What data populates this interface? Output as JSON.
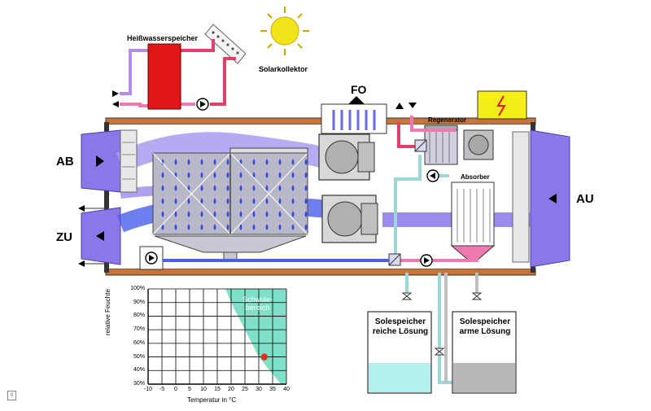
{
  "labels": {
    "hot_water_tank": "Heißwasserspeicher",
    "solar_collector": "Solarkollektor",
    "fo": "FO",
    "regenerator": "Regenerator",
    "absorber": "Absorber",
    "ab": "AB",
    "zu": "ZU",
    "au": "AU",
    "brine_rich": "Solespeicher reiche Lösung",
    "brine_rich_line1": "Solespeicher",
    "brine_rich_line2": "reiche Lösung",
    "brine_poor_line1": "Solespeicher",
    "brine_poor_line2": "arme Lösung",
    "page_marker": "0"
  },
  "chart_data": {
    "type": "area",
    "title": "",
    "xlabel": "Temperatur in °C",
    "ylabel": "relative Feuchte",
    "x_ticks": [
      "-10",
      "-5",
      "0",
      "5",
      "10",
      "15",
      "20",
      "25",
      "30",
      "35",
      "40"
    ],
    "y_ticks": [
      "100%",
      "90%",
      "80%",
      "70%",
      "60%",
      "50%",
      "40%",
      "30%"
    ],
    "xlim": [
      -10,
      40
    ],
    "ylim": [
      30,
      100
    ],
    "grid": true,
    "region": {
      "name_line1": "Schwüle-",
      "name_line2": "bereich",
      "color": "#7fe0c8",
      "polygon": [
        [
          18,
          100
        ],
        [
          32,
          100
        ],
        [
          40,
          100
        ],
        [
          40,
          30
        ],
        [
          38,
          30
        ],
        [
          30,
          50
        ],
        [
          25,
          70
        ],
        [
          20,
          90
        ],
        [
          18,
          100
        ]
      ]
    },
    "point": {
      "x": 32,
      "y": 50,
      "color": "#e03020"
    }
  },
  "colors": {
    "housing": "#c8733a",
    "airflow_purple": "#8a78e8",
    "airflow_blue": "#4a5ee8",
    "hot_pipe": "#e0406a",
    "pipe_pink": "#f07ab0",
    "cool_pipe": "#9ad8d8",
    "tank_red": "#e01818",
    "sun": "#f2e41a",
    "warning_yellow": "#f5ee1a"
  }
}
